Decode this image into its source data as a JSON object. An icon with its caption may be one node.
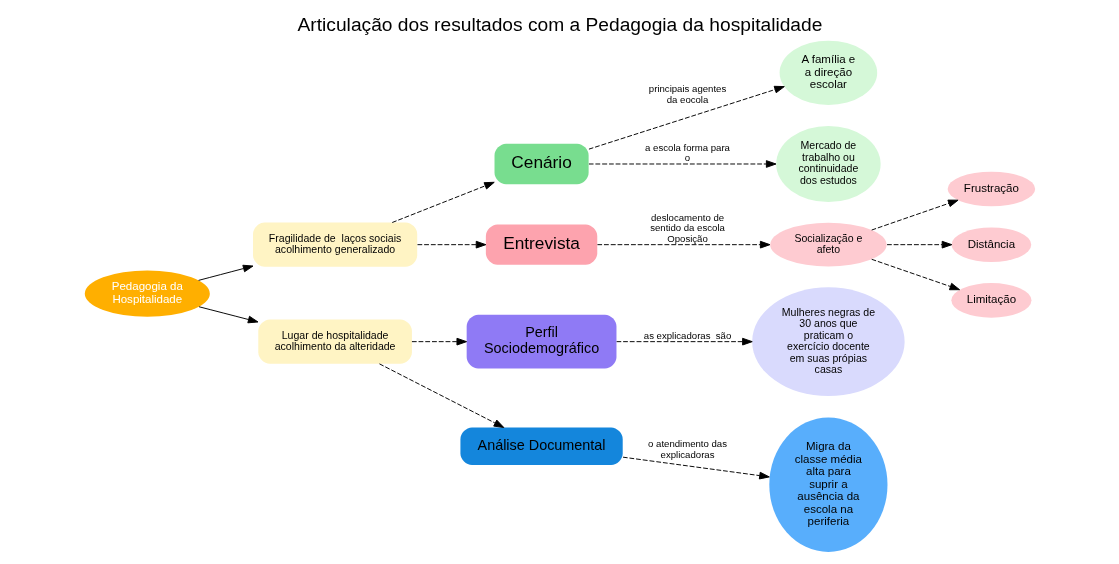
{
  "diagram": {
    "title": "Articulação dos resultados com a Pedagogia da hospitalidade",
    "nodes": [
      {
        "text": [
          "A família e a direção escolar"
        ]
      },
      {
        "text": [
          "Cenário"
        ]
      },
      {
        "text": [
          "Perfil Sociodemográfico"
        ]
      },
      {
        "text": [
          "Mulheres negras de 30 anos que praticam o exercício docente em suas própias casas"
        ]
      },
      {
        "text": [
          "Mercado de trabalho ou continuidade dos estudos"
        ]
      },
      {
        "text": [
          "Fragilidade de  laços sociais acolhimento generalizado"
        ]
      },
      {
        "text": [
          "Pedagogia da Hospitalidade"
        ]
      },
      {
        "text": [
          "Lugar de hospitalidade acolhimento da alteridade"
        ]
      },
      {
        "text": [
          "Frustração"
        ]
      },
      {
        "text": [
          "Socialização e afeto"
        ]
      },
      {
        "text": [
          "Distância"
        ]
      },
      {
        "text": [
          "Entrevista"
        ]
      },
      {
        "text": [
          "Análise Documental"
        ]
      },
      {
        "text": [
          "Migra da classe média alta para suprir a ausência da escola na periferia"
        ]
      },
      {
        "text": [
          "Limitação"
        ]
      }
    ],
    "edges": [
      {
        "from": 6,
        "to": 5,
        "arrow": "to"
      },
      {
        "from": 6,
        "to": 7,
        "arrow": "to"
      },
      {
        "from": 5,
        "to": 1,
        "arrow": "to",
        "style": "dashed"
      },
      {
        "from": 5,
        "to": 11,
        "arrow": "to",
        "style": "dashed"
      },
      {
        "from": 1,
        "to": 0,
        "arrow": "to",
        "style": "dashed",
        "label": "principais agentes da eocola"
      },
      {
        "from": 1,
        "to": 4,
        "arrow": "to",
        "style": "dashed",
        "label": "a escola forma para o"
      },
      {
        "from": 11,
        "to": 9,
        "arrow": "to",
        "style": "dashed",
        "label": "deslocamento de sentido da escola Oposição"
      },
      {
        "from": 9,
        "to": 8,
        "arrow": "to",
        "style": "dashed"
      },
      {
        "from": 9,
        "to": 10,
        "arrow": "to",
        "style": "dashed"
      },
      {
        "from": 9,
        "to": 14,
        "arrow": "to",
        "style": "dashed"
      },
      {
        "from": 7,
        "to": 2,
        "arrow": "to",
        "style": "dashed"
      },
      {
        "from": 7,
        "to": 12,
        "arrow": "to",
        "style": "dashed"
      },
      {
        "from": 2,
        "to": 3,
        "arrow": "to",
        "style": "dashed",
        "label": "as explicadoras  são"
      },
      {
        "from": 12,
        "to": 13,
        "arrow": "to",
        "style": "dashed",
        "label": "o atendimento das explicadoras"
      }
    ]
  }
}
